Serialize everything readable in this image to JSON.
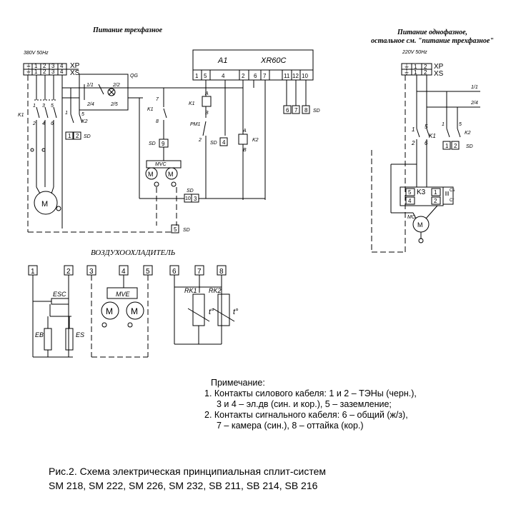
{
  "headers": {
    "three_phase": "Питание трехфазное",
    "single_phase_line1": "Питание однофазное,",
    "single_phase_line2": "остальное см. \"питание трехфазное\"",
    "air_cooler": "ВОЗДУХООХЛАДИТЕЛЬ"
  },
  "left_circuit": {
    "supply": "380V 50Hz",
    "xp": "XP",
    "xs": "XS",
    "terminals": [
      "⏚",
      "1",
      "2",
      "3",
      "4"
    ],
    "qg": "QG",
    "qg_contacts": [
      "1/1",
      "2/2",
      "2/4",
      "2/5"
    ],
    "k1": "K1",
    "k2": "K2",
    "sd": "SD",
    "contact_nums": [
      "1",
      "3",
      "5",
      "2",
      "4",
      "6",
      "1",
      "5",
      "7",
      "8"
    ],
    "sd_terminals": [
      "1",
      "2",
      "9",
      "4",
      "10",
      "3",
      "5",
      "6",
      "7",
      "8"
    ],
    "controller_name": "A1",
    "controller_model": "XR60C",
    "controller_pins": [
      "1",
      "5",
      "4",
      "2",
      "6",
      "7",
      "11",
      "12",
      "10"
    ],
    "relay_a": "A",
    "relay_b": "B",
    "pm1": "PM1",
    "mvc": "MVC",
    "motor": "M"
  },
  "right_circuit": {
    "supply": "220V 50Hz",
    "xp": "XP",
    "xs": "XS",
    "terminals": [
      "1",
      "2",
      "1",
      "2"
    ],
    "lines": [
      "1/1",
      "2/4"
    ],
    "k1": "K1",
    "k2": "K2",
    "k3": "K3",
    "mc": "MC",
    "cs": "Cs",
    "cr": "Cr",
    "sd": "SD",
    "sd_terminals": [
      "1",
      "2"
    ],
    "k3_pins": [
      "5",
      "4",
      "1",
      "2"
    ]
  },
  "air_cooler": {
    "terminals": [
      "1",
      "2",
      "3",
      "4",
      "5",
      "6",
      "7",
      "8"
    ],
    "esc": "ESC",
    "eb": "EB",
    "es": "ES",
    "mve": "MVE",
    "rk1": "RK1",
    "rk2": "RK2",
    "t": "t°"
  },
  "notes": {
    "title": "Примечание:",
    "line1": "1. Контакты силового кабеля: 1 и 2 – ТЭНы (черн.),",
    "line2": "3 и 4 – эл.дв (син. и кор.),  5 – заземление;",
    "line3": "2. Контакты сигнального кабеля: 6 – общий (ж/з),",
    "line4": "7 – камера (син.), 8 – оттайка (кор.)"
  },
  "caption": {
    "line1": "Рис.2. Схема электрическая принципиальная сплит-систем",
    "line2": "SM 218, SM 222, SM 226, SM 232, SB 211, SB 214, SB 216"
  }
}
